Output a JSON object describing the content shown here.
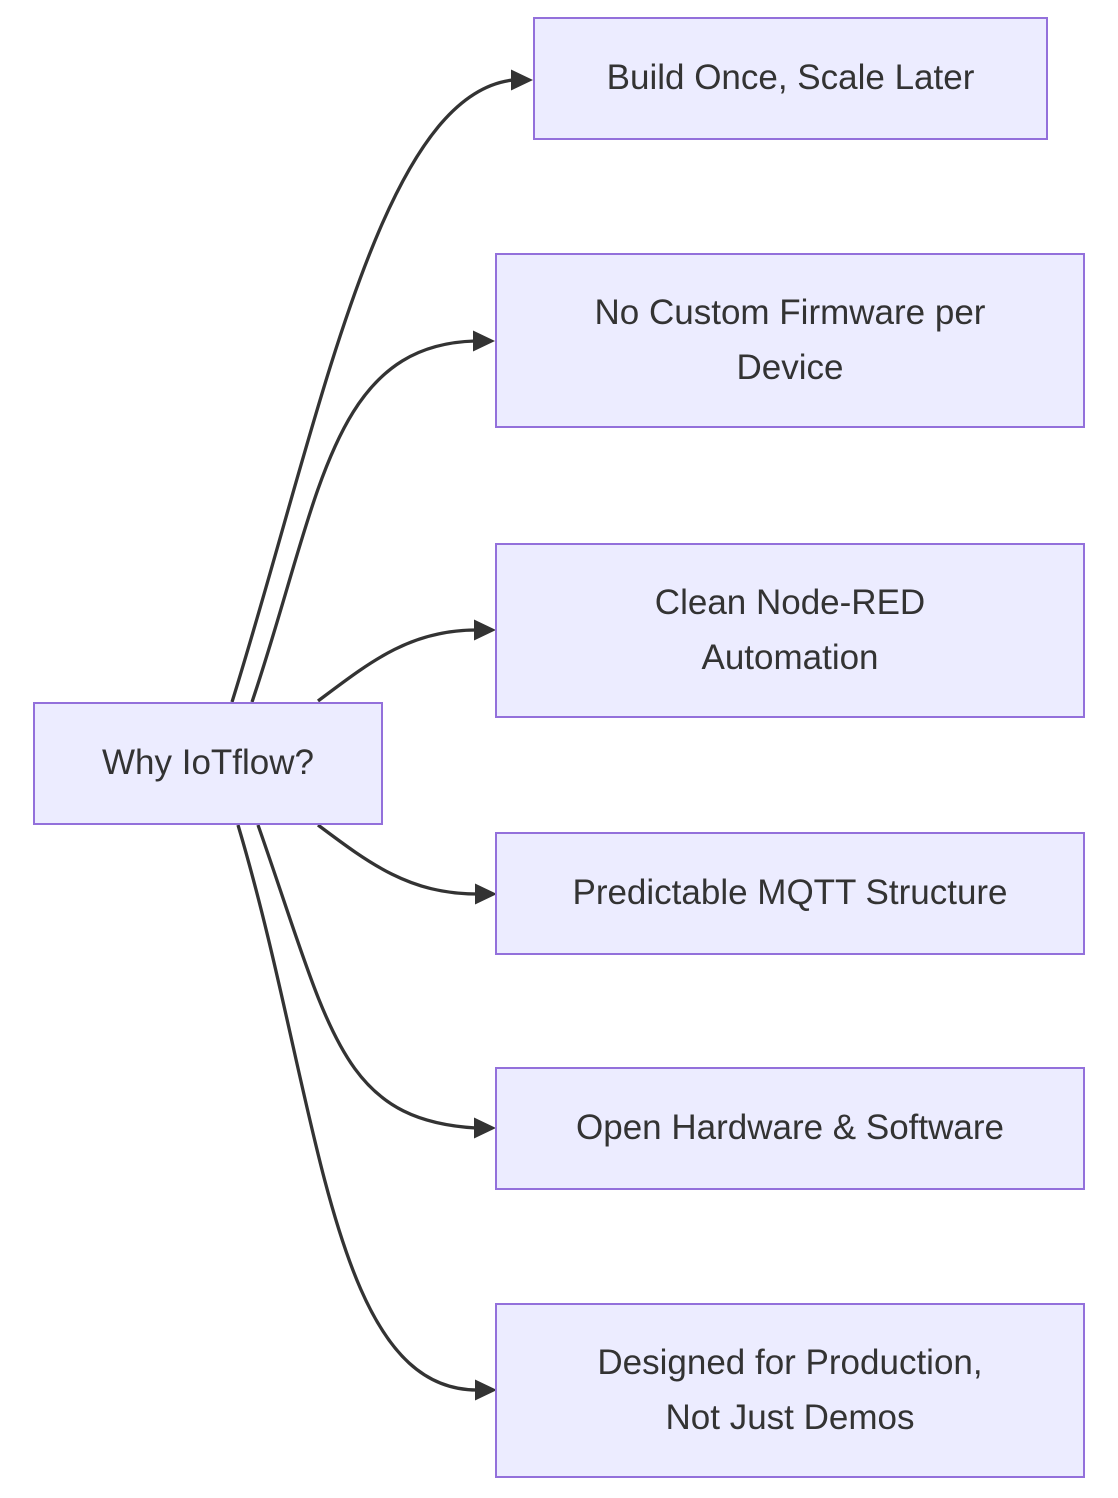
{
  "diagram": {
    "type": "flowchart",
    "orientation": "left-to-right",
    "root": {
      "label": "Why IoTflow?"
    },
    "children": [
      {
        "label": "Build Once, Scale Later"
      },
      {
        "label": "No Custom Firmware per\nDevice"
      },
      {
        "label": "Clean Node-RED\nAutomation"
      },
      {
        "label": "Predictable MQTT Structure"
      },
      {
        "label": "Open Hardware & Software"
      },
      {
        "label": "Designed for Production,\nNot Just Demos"
      }
    ],
    "colors": {
      "background": "#ffffff",
      "node_fill": "#ECECFF",
      "node_border": "#9370DB",
      "edge_line": "#333333",
      "text": "#333333"
    }
  }
}
